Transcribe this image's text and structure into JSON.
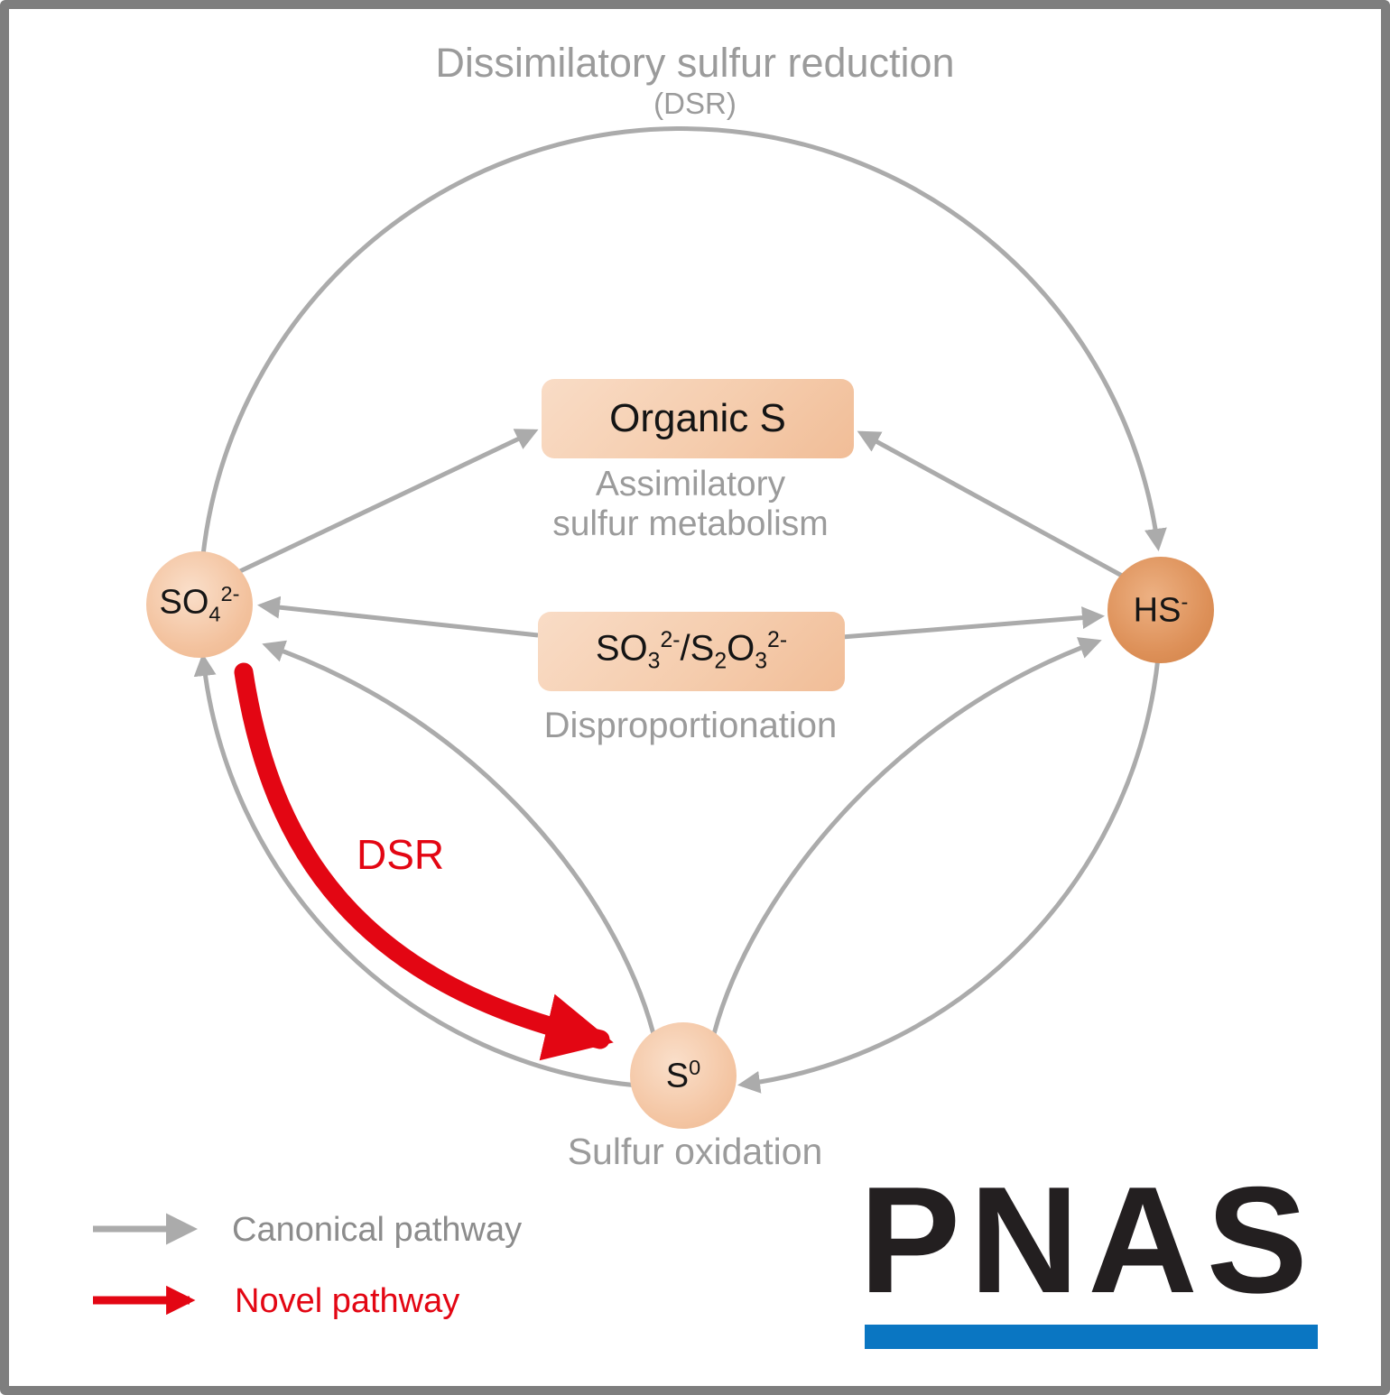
{
  "title": {
    "line1": "Dissimilatory sulfur reduction",
    "line2": "(DSR)"
  },
  "nodes": {
    "sulfate": {
      "base": "SO",
      "sub": "4",
      "sup": "2-"
    },
    "sulfide": {
      "base": "HS",
      "sup": "-"
    },
    "elemental_sulfur": {
      "base": "S",
      "sup": "0"
    }
  },
  "boxes": {
    "organic_s": {
      "label": "Organic S"
    },
    "sulfite_thiosulfate": {
      "seg1_base": "SO",
      "seg1_sub": "3",
      "seg1_sup": "2-",
      "seg2_base": "/S",
      "seg2_sub": "2",
      "seg3_base": "O",
      "seg3_sub": "3",
      "seg3_sup": "2-"
    }
  },
  "labels": {
    "assimilatory_line1": "Assimilatory",
    "assimilatory_line2": "sulfur metabolism",
    "disproportionation": "Disproportionation",
    "sulfur_oxidation": "Sulfur oxidation",
    "dsr": "DSR"
  },
  "legend": {
    "canonical": "Canonical pathway",
    "novel": "Novel pathway"
  },
  "logo": {
    "wordmark": "PNAS"
  },
  "colors": {
    "canonical_gray": "#ababab",
    "novel_red": "#e30613",
    "node_peach": "#f4c6a4",
    "sulfide_orange": "#dd9058",
    "box_peach": "#f5cdae",
    "label_gray": "#9b9b9b",
    "pnas_black": "#231f20",
    "pnas_blue": "#0a76c2",
    "border_gray": "#7e7e7e"
  }
}
